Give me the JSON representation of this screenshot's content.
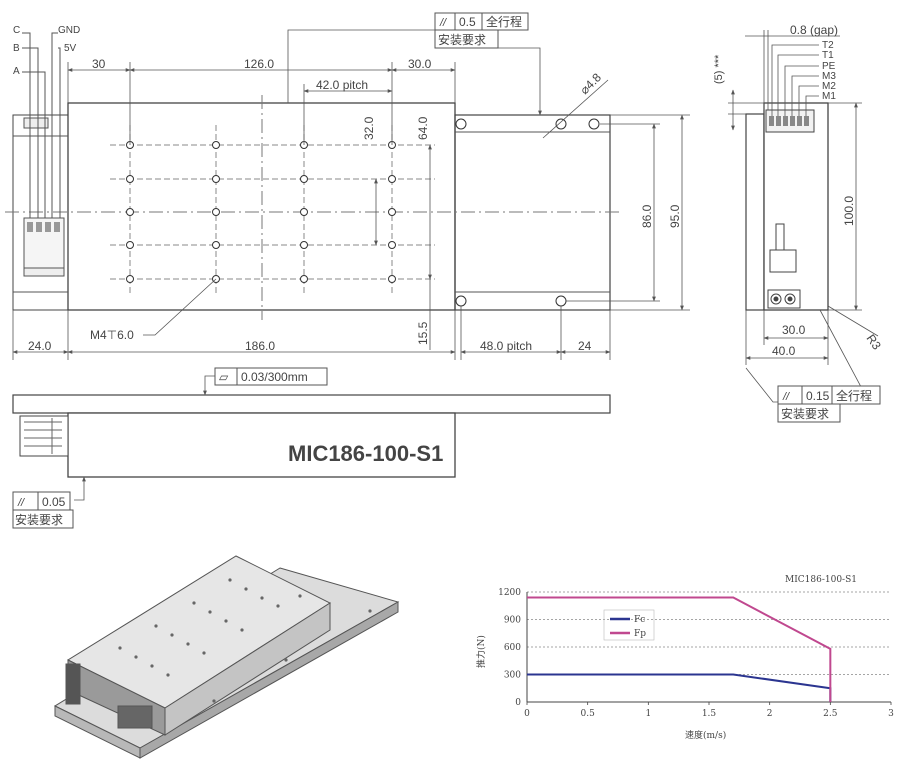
{
  "drawing": {
    "connector_labels": [
      "C",
      "GND",
      "B",
      "5V",
      "A"
    ],
    "dims_top": [
      "30",
      "126.0",
      "30.0",
      "42.0 pitch"
    ],
    "dims_vertical": [
      "32.0",
      "64.0",
      "86.0",
      "95.0",
      "15.5"
    ],
    "hole_dia": "⌀4.8",
    "hole_callout": "M4⊤6.0",
    "dims_bottom": [
      "24.0",
      "186.0",
      "48.0 pitch",
      "24"
    ],
    "parallel_symbol": "//",
    "tol_top": {
      "value": "0.5",
      "note": "全行程",
      "label": "安装要求"
    },
    "flatness_symbol": "▱",
    "flatness": "0.03/300mm",
    "model": "MIC186-100-S1",
    "tol_left": {
      "value": "0.05",
      "label": "安装要求"
    },
    "side": {
      "gap": "0.8 (gap)",
      "pins": [
        "T2",
        "T1",
        "PE",
        "M3",
        "M2",
        "M1"
      ],
      "height_note": "(5) ***",
      "dims": [
        "100.0",
        "30.0",
        "40.0",
        "R3"
      ],
      "tol": {
        "value": "0.15",
        "note": "全行程",
        "label": "安装要求"
      }
    }
  },
  "chart_data": {
    "type": "line",
    "title": "MIC186-100-S1",
    "xlabel": "速度(m/s)",
    "ylabel": "推力(N)",
    "xlim": [
      0,
      3
    ],
    "ylim": [
      0,
      1200
    ],
    "x_ticks": [
      "0",
      "0.5",
      "1",
      "1.5",
      "2",
      "2.5",
      "3"
    ],
    "y_ticks": [
      "0",
      "300",
      "600",
      "900",
      "1200"
    ],
    "grid": "horizontal dashed",
    "legend": "inside-left",
    "series": [
      {
        "name": "Fc",
        "color": "#2b3590",
        "points": [
          [
            0,
            300
          ],
          [
            1.7,
            300
          ],
          [
            2.5,
            150
          ],
          [
            2.5,
            0
          ]
        ]
      },
      {
        "name": "Fp",
        "color": "#c0488f",
        "points": [
          [
            0,
            1140
          ],
          [
            1.7,
            1140
          ],
          [
            2.5,
            580
          ],
          [
            2.5,
            0
          ]
        ]
      }
    ]
  }
}
